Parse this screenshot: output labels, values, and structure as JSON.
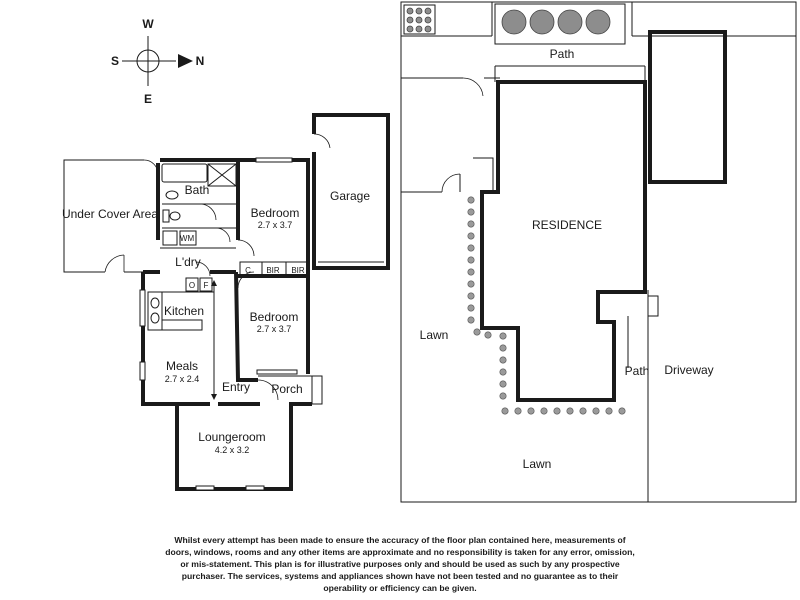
{
  "compass": {
    "north": "N",
    "south": "S",
    "east": "E",
    "west": "W"
  },
  "rooms": {
    "bath": "Bath",
    "wm": "WM",
    "laundry": "L'dry",
    "under_cover": "Under Cover Area",
    "bedroom1": {
      "name": "Bedroom",
      "dims": "2.7 x 3.7"
    },
    "bedroom2": {
      "name": "Bedroom",
      "dims": "2.7 x 3.7"
    },
    "garage": "Garage",
    "c": "C",
    "bir1": "BIR",
    "bir2": "BIR",
    "kitchen": "Kitchen",
    "oven": "O",
    "fridge": "F",
    "meals": {
      "name": "Meals",
      "dims": "2.7 x 2.4"
    },
    "entry": "Entry",
    "porch": "Porch",
    "loungeroom": {
      "name": "Loungeroom",
      "dims": "4.2 x 3.2"
    }
  },
  "site": {
    "path_top": "Path",
    "residence": "RESIDENCE",
    "lawn_left": "Lawn",
    "lawn_bottom": "Lawn",
    "path_side": "Path",
    "driveway": "Driveway"
  },
  "disclaimer": "Whilst every attempt has been made to ensure the accuracy of the floor plan contained here, measurements of doors, windows, rooms and any other items are approximate and no responsibility is taken for any error, omission, or mis-statement. This plan is for illustrative purposes only and should be used as such by any prospective purchaser. The services, systems and appliances shown have not been tested and no guarantee as to their operability or efficiency can be given."
}
